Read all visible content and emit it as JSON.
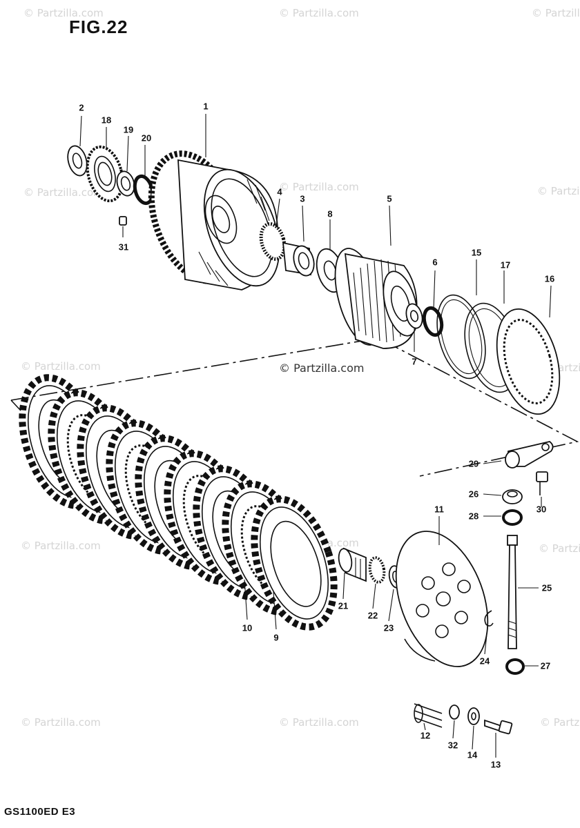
{
  "title": "FIG.22",
  "footer": "GS1100ED E3",
  "watermark": "© Partzilla.com",
  "callouts": [
    {
      "id": "1",
      "label": "1"
    },
    {
      "id": "2",
      "label": "2"
    },
    {
      "id": "3",
      "label": "3"
    },
    {
      "id": "4",
      "label": "4"
    },
    {
      "id": "5",
      "label": "5"
    },
    {
      "id": "6",
      "label": "6"
    },
    {
      "id": "7",
      "label": "7"
    },
    {
      "id": "8",
      "label": "8"
    },
    {
      "id": "9",
      "label": "9"
    },
    {
      "id": "10",
      "label": "10"
    },
    {
      "id": "11",
      "label": "11"
    },
    {
      "id": "12",
      "label": "12"
    },
    {
      "id": "13",
      "label": "13"
    },
    {
      "id": "14",
      "label": "14"
    },
    {
      "id": "15",
      "label": "15"
    },
    {
      "id": "16",
      "label": "16"
    },
    {
      "id": "17",
      "label": "17"
    },
    {
      "id": "18",
      "label": "18"
    },
    {
      "id": "19",
      "label": "19"
    },
    {
      "id": "20",
      "label": "20"
    },
    {
      "id": "21",
      "label": "21"
    },
    {
      "id": "22",
      "label": "22"
    },
    {
      "id": "23",
      "label": "23"
    },
    {
      "id": "24",
      "label": "24"
    },
    {
      "id": "25",
      "label": "25"
    },
    {
      "id": "26",
      "label": "26"
    },
    {
      "id": "27",
      "label": "27"
    },
    {
      "id": "28",
      "label": "28"
    },
    {
      "id": "29",
      "label": "29"
    },
    {
      "id": "30",
      "label": "30"
    },
    {
      "id": "31",
      "label": "31"
    },
    {
      "id": "32",
      "label": "32"
    }
  ]
}
